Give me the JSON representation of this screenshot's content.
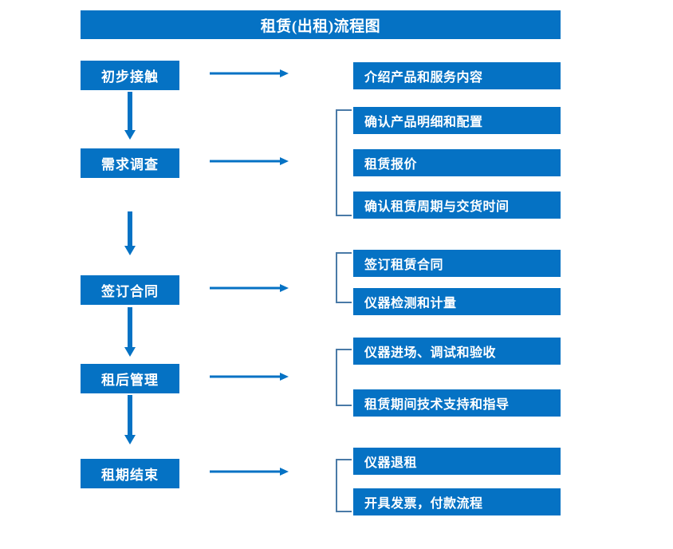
{
  "title": "租赁(出租)流程图",
  "colors": {
    "box_blue": "#0572c4",
    "bracket_blue": "#4a7aa7",
    "arrow_blue": "#0572c4",
    "text_white": "#ffffff",
    "background": "#ffffff"
  },
  "stages": [
    {
      "label": "初步接触"
    },
    {
      "label": "需求调查"
    },
    {
      "label": "签订合同"
    },
    {
      "label": "租后管理"
    },
    {
      "label": "租期结束"
    }
  ],
  "details": [
    {
      "label": "介绍产品和服务内容"
    },
    {
      "label": "确认产品明细和配置"
    },
    {
      "label": "租赁报价"
    },
    {
      "label": "确认租赁周期与交货时间"
    },
    {
      "label": "签订租赁合同"
    },
    {
      "label": "仪器检测和计量"
    },
    {
      "label": "仪器进场、调试和验收"
    },
    {
      "label": "租赁期间技术支持和指导"
    },
    {
      "label": "仪器退租"
    },
    {
      "label": "开具发票，付款流程"
    }
  ],
  "icons": {
    "right_arrow": "right-arrow-icon",
    "down_arrow": "down-arrow-icon",
    "bracket": "group-bracket-icon"
  }
}
